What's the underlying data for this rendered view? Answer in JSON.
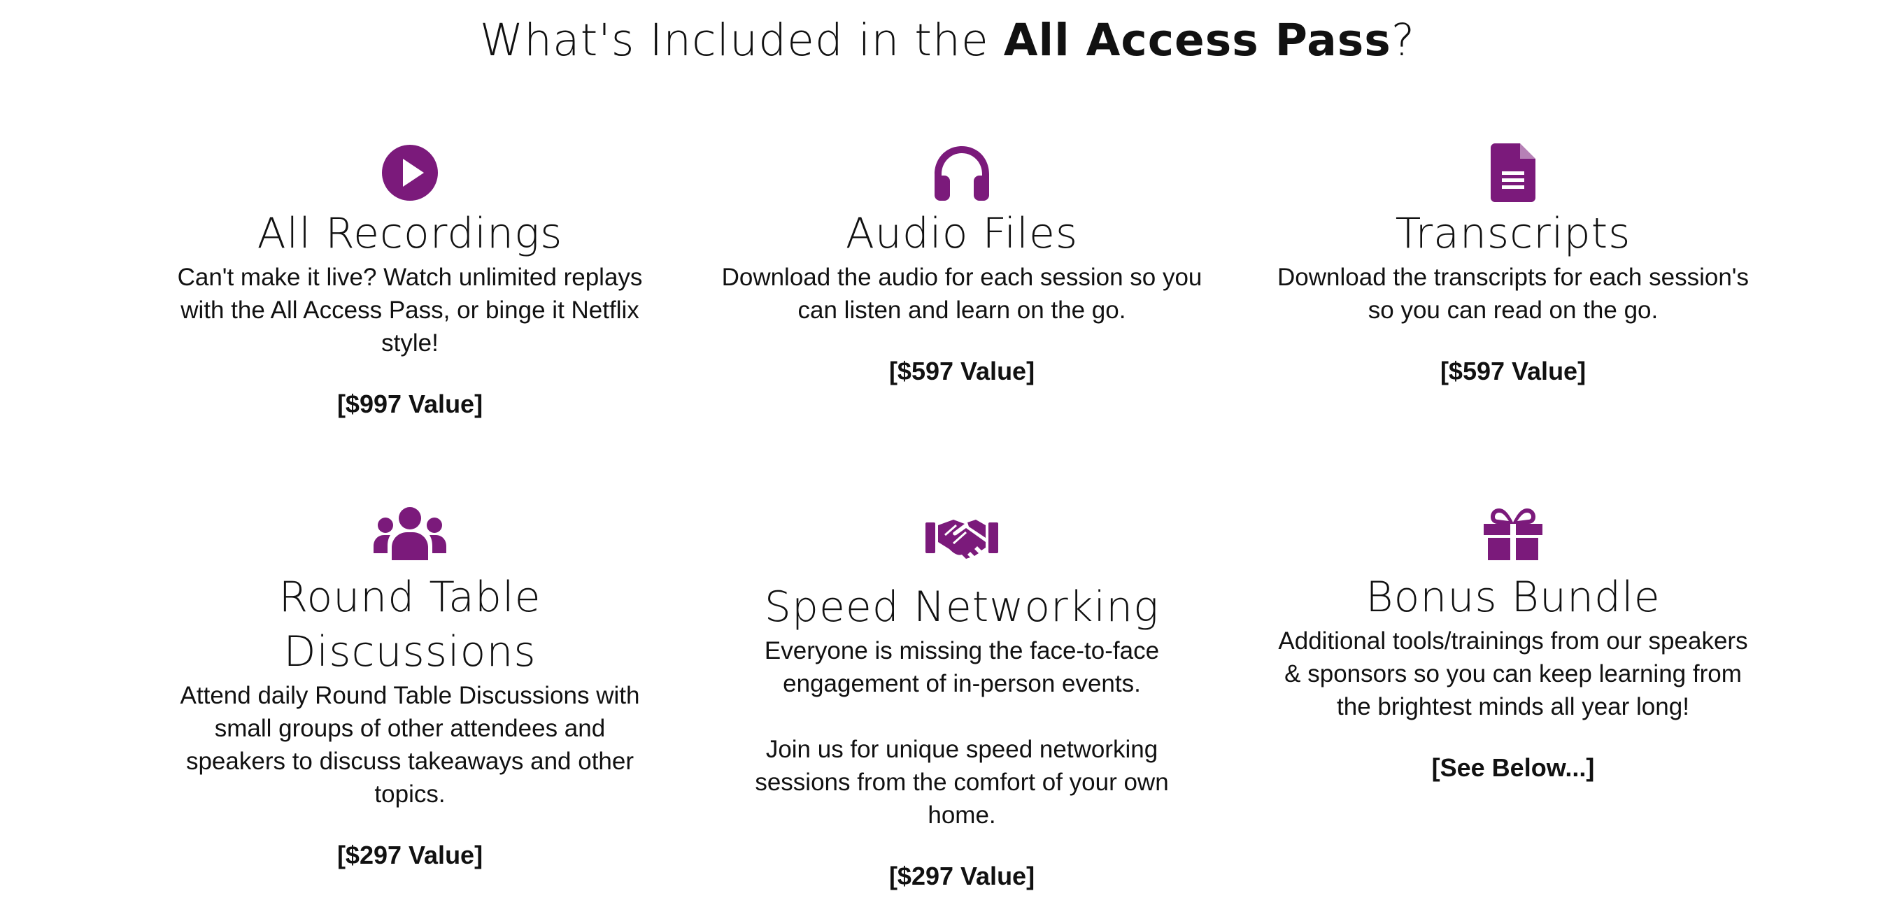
{
  "header": {
    "title_prefix": "What's Included in the ",
    "title_bold": "All Access Pass",
    "title_suffix": "?"
  },
  "features": [
    {
      "icon": "play-circle-icon",
      "title": "All Recordings",
      "description": "Can't make it live? Watch unlimited replays\nwith the All Access Pass, or binge it Netflix\nstyle!",
      "value": "[$997 Value]"
    },
    {
      "icon": "headphones-icon",
      "title": "Audio Files",
      "description": "Download the audio for each session so you\ncan listen and learn on the go.",
      "value": "[$597 Value]"
    },
    {
      "icon": "document-icon",
      "title": "Transcripts",
      "description": "Download the transcripts for each session's\nso you can read on the go.",
      "value": "[$597 Value]"
    },
    {
      "icon": "users-group-icon",
      "title": "Round Table\nDiscussions",
      "description": "Attend daily Round Table Discussions with\nsmall groups of other attendees and\nspeakers to discuss takeaways and other\ntopics.",
      "value": "[$297 Value]"
    },
    {
      "icon": "handshake-icon",
      "title": "Speed Networking",
      "description": "Everyone is missing the face-to-face\nengagement of in-person events.\n\nJoin us for unique speed networking\nsessions from the comfort of your own\nhome.",
      "value": "[$297 Value]"
    },
    {
      "icon": "gift-icon",
      "title": "Bonus Bundle",
      "description": "Additional tools/trainings from our speakers\n& sponsors so you can keep learning from\nthe brightest minds all year long!",
      "value": "[See Below...]"
    }
  ],
  "colors": {
    "icon_accent": "#7b1a7b",
    "text": "#111111",
    "background": "#ffffff"
  }
}
